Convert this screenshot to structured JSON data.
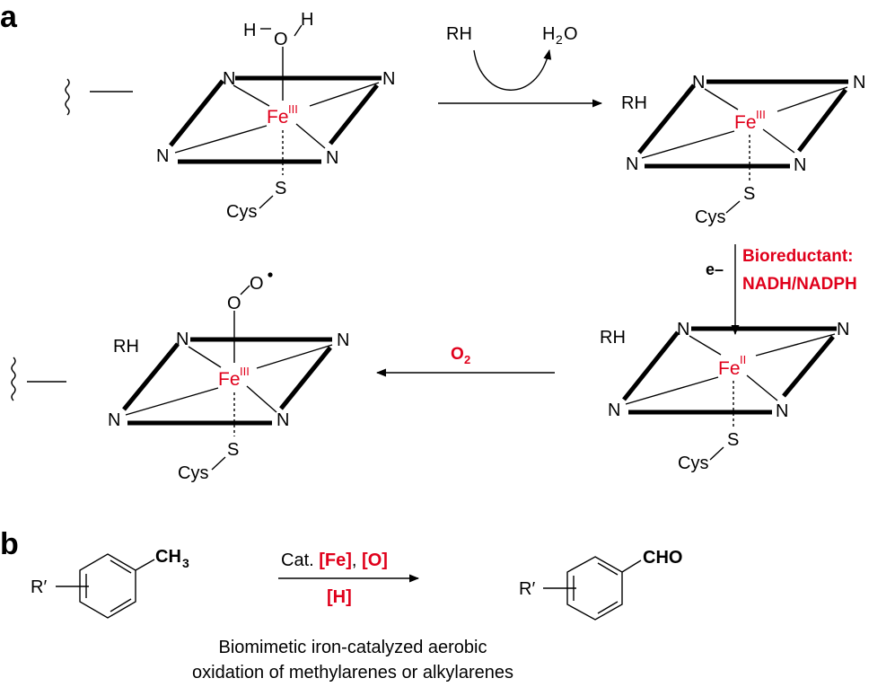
{
  "panels": {
    "a": "a",
    "b": "b"
  },
  "atoms": {
    "N": "N",
    "Fe": "Fe",
    "S": "S",
    "Cys": "Cys",
    "O": "O",
    "H": "H",
    "RH": "RH"
  },
  "oxidation_states": {
    "fe3": "III",
    "fe2": "II"
  },
  "step1": {
    "reactant": "RH",
    "product_H": "H",
    "product_sub": "2",
    "product_O": "O"
  },
  "step2": {
    "electron": "e–",
    "reductant_line1": "Bioreductant:",
    "reductant_line2": "NADH/NADPH"
  },
  "step3": {
    "reagent_O": "O",
    "reagent_sub": "2"
  },
  "panel_b": {
    "substituent": "R′",
    "methyl_C": "CH",
    "methyl_sub": "3",
    "product_group": "CHO",
    "conditions_prefix": "Cat. ",
    "cat_fe": "[Fe]",
    "comma": ", ",
    "cat_o": "[O]",
    "reduction": "[H]",
    "caption_line1": "Biomimetic iron-catalyzed aerobic",
    "caption_line2": "oxidation of methylarenes or alkylarenes"
  },
  "colors": {
    "accent_red": "#e0001b",
    "ink": "#000000"
  }
}
